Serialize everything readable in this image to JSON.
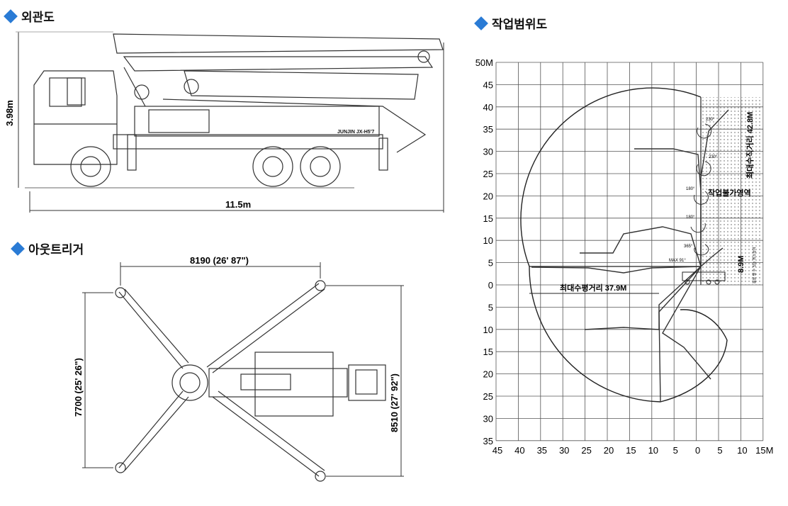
{
  "sections": {
    "exterior": "외관도",
    "outrigger": "아웃트리거",
    "range": "작업범위도"
  },
  "exterior": {
    "height_label": "3.98m",
    "length_label": "11.5m",
    "brand": "JUNJIN JX-H5'7"
  },
  "outrigger": {
    "front_span": "8190 (26' 87\")",
    "side_left": "7700 (25' 26\")",
    "side_right": "8510 (27' 92\")"
  },
  "range": {
    "y_top_labels": [
      "50M",
      "45",
      "40",
      "35",
      "30",
      "25",
      "20",
      "15",
      "10",
      "5",
      "0"
    ],
    "y_bottom_labels": [
      "5",
      "10",
      "15",
      "20",
      "25",
      "30",
      "35"
    ],
    "x_labels": [
      "45",
      "40",
      "35",
      "30",
      "25",
      "20",
      "15",
      "10",
      "5",
      "0",
      "5",
      "10",
      "15M"
    ],
    "max_vertical": "최대수직거리 42.8M",
    "no_work_zone": "작업불가영역",
    "max_horizontal": "최대수평거리 37.9M",
    "height_89": "8.9M",
    "min_height_note": "붐을 펼 수 있는 최소높이",
    "angle_230a": "230°",
    "angle_230b": "230°",
    "angle_180a": "180°",
    "angle_180b": "180°",
    "angle_365": "365°",
    "max_91": "MAX 91°"
  },
  "colors": {
    "accent": "#2a7bd5"
  }
}
